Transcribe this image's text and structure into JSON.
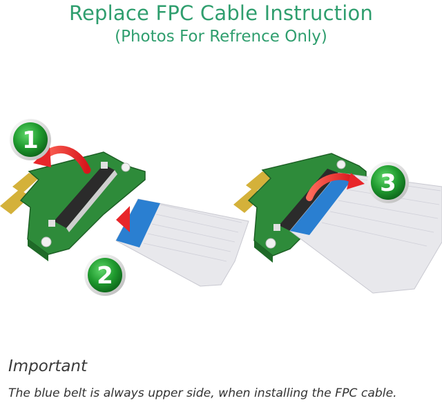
{
  "header": {
    "title": "Replace FPC Cable Instruction",
    "subtitle": "(Photos For Refrence Only)"
  },
  "steps": [
    {
      "number": "1"
    },
    {
      "number": "2"
    },
    {
      "number": "3"
    }
  ],
  "footer": {
    "heading": "Important",
    "note": "The blue belt is always upper side, when installing the FPC cable."
  },
  "colors": {
    "title": "#2f9e6e",
    "pcb": "#2e8b3a",
    "badge": "#1f9a2e",
    "arrow": "#e8262a",
    "cable_blue": "#2a7fd1",
    "cable_white": "#e8e8ec"
  }
}
